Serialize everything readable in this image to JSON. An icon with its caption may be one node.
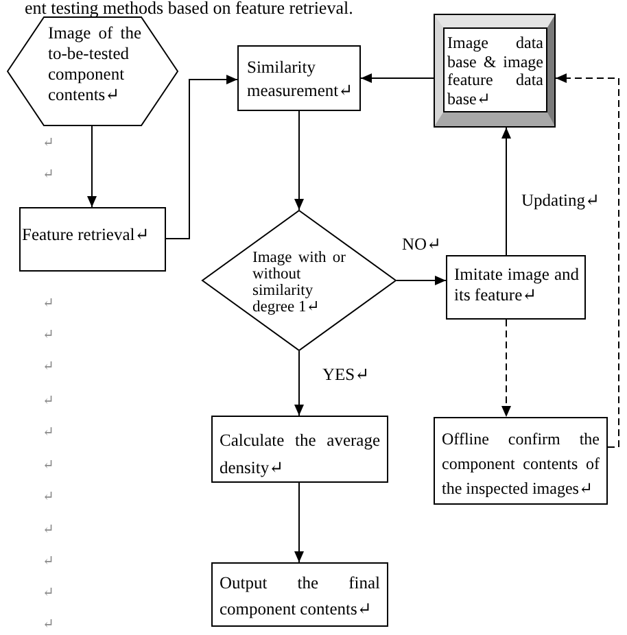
{
  "diagram": {
    "nodes": [
      {
        "text": [
          "Image of the to-be-tested component contents↵"
        ]
      },
      {
        "text": [
          "Similarity measurement↵"
        ]
      },
      {
        "text": [
          "Image data base & image feature data base↵"
        ]
      },
      {
        "text": [
          "Feature retrieval↵"
        ]
      },
      {
        "text": [
          "Image with or without similarity degree 1↵"
        ]
      },
      {
        "text": [
          "Imitate image and its feature↵"
        ]
      },
      {
        "text": [
          "Calculate the average density↵"
        ]
      },
      {
        "text": [
          "Offline confirm the component contents of the inspected images↵"
        ]
      },
      {
        "text": [
          "Output the final component contents↵"
        ]
      }
    ],
    "edges": [
      {
        "from": 0,
        "to": 3,
        "arrow": "to"
      },
      {
        "from": 3,
        "to": 1,
        "arrow": "to"
      },
      {
        "from": 2,
        "to": 1,
        "arrow": "to"
      },
      {
        "from": 1,
        "to": 4,
        "arrow": "to"
      },
      {
        "from": 4,
        "to": 5,
        "arrow": "to",
        "label": "NO↵"
      },
      {
        "from": 5,
        "to": 2,
        "arrow": "to",
        "label": "Updating↵"
      },
      {
        "from": 5,
        "to": 7,
        "arrow": "to",
        "style": "dashed"
      },
      {
        "from": 7,
        "to": 2,
        "arrow": "to",
        "style": "dashed"
      },
      {
        "from": 4,
        "to": 6,
        "arrow": "to",
        "label": "YES↵"
      },
      {
        "from": 6,
        "to": 8,
        "arrow": "to"
      }
    ],
    "labels": [
      "ent testing methods based on feature retrieval.",
      "↵",
      "↵",
      "↵",
      "↵",
      "↵",
      "↵",
      "↵",
      "↵",
      "↵",
      "↵",
      "↵",
      "↵",
      "↵"
    ]
  }
}
